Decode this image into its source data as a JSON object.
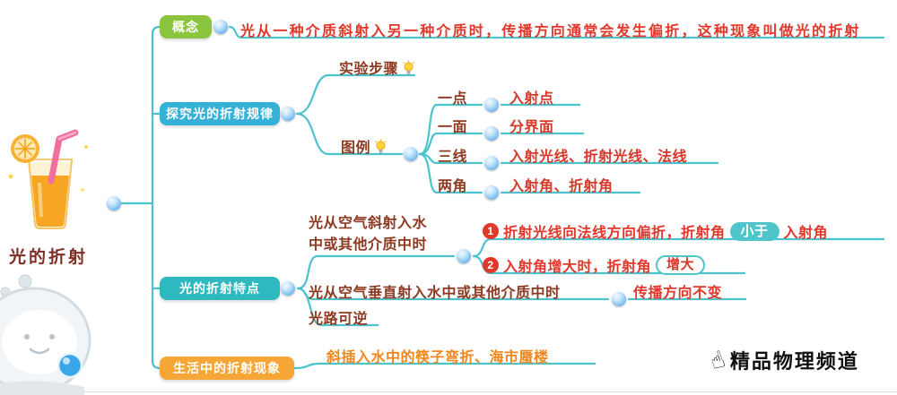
{
  "title": "光的折射",
  "watermark": {
    "icon_char": "☝",
    "text": "精品物理频道"
  },
  "branches": {
    "concept": {
      "label": "概念",
      "definition": "光从一种介质斜射入另一种介质时，传播方向通常会发生偏折，这种现象叫做光的折射"
    },
    "rule": {
      "label": "探究光的折射规律",
      "steps_label": "实验步骤",
      "legend_label": "图例",
      "legend_items": [
        {
          "key": "一点",
          "value": "入射点"
        },
        {
          "key": "一面",
          "value": "分界面"
        },
        {
          "key": "三线",
          "value": "入射光线、折射光线、法线"
        },
        {
          "key": "两角",
          "value": "入射角、折射角"
        }
      ]
    },
    "features": {
      "label": "光的折射特点",
      "oblique_condition": "光从空气斜射入水中或其他介质中时",
      "point1": {
        "num": "1",
        "text": "折射光线向法线方向偏折，折射角",
        "badge": "小于",
        "suffix": "入射角"
      },
      "point2": {
        "num": "2",
        "text": "入射角增大时，折射角",
        "badge": "增大"
      },
      "perpendicular_condition": "光从空气垂直射入水中或其他介质中时",
      "perpendicular_result": "传播方向不变",
      "reversible": "光路可逆"
    },
    "life": {
      "label": "生活中的折射现象",
      "examples": "斜插入水中的筷子弯折、海市蜃楼"
    }
  },
  "colors": {
    "concept_box": "#8bc540",
    "rule_box": "#35b0d6",
    "features_box": "#2eb8c0",
    "life_box": "#f6a636",
    "connector": "#4cc2cd",
    "key_text": "#8e3a22",
    "value_text": "#d6382a",
    "highlight_red": "#e2382b",
    "examples_text": "#f0861c"
  }
}
